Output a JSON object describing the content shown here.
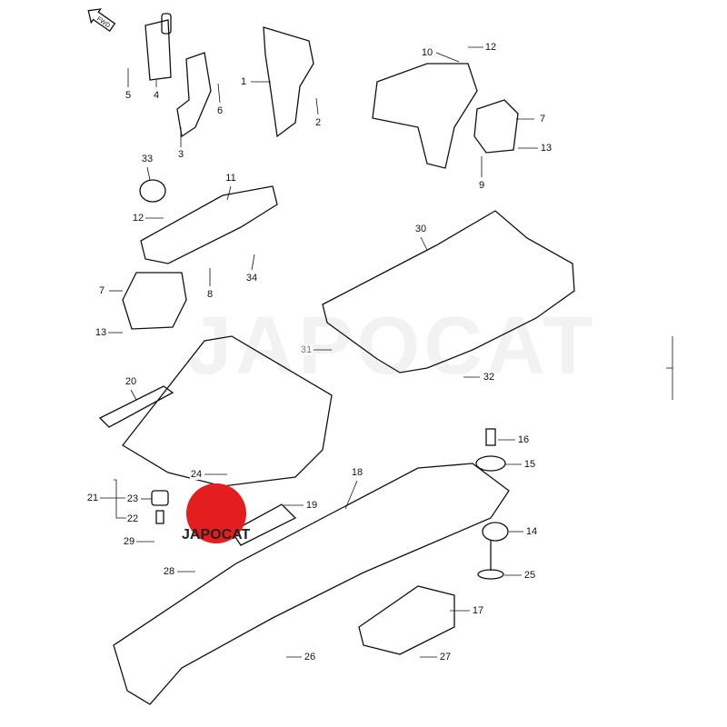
{
  "diagram": {
    "direction_marker": "FWD",
    "watermark": "JAPOCAT",
    "logo_text": "JAPOCAT",
    "callouts": {
      "c5": "5",
      "c4": "4",
      "c3": "3",
      "c6": "6",
      "c1": "1",
      "c2": "2",
      "c10": "10",
      "c12a": "12",
      "c7a": "7",
      "c13a": "13",
      "c9": "9",
      "c33": "33",
      "c11": "11",
      "c12b": "12",
      "c30": "30",
      "c7b": "7",
      "c8": "8",
      "c34": "34",
      "c13b": "13",
      "c31": "31",
      "c32": "32",
      "c20": "20",
      "c16": "16",
      "c15": "15",
      "c18": "18",
      "c24": "24",
      "c21": "21",
      "c23": "23",
      "c22": "22",
      "c19": "19",
      "c14": "14",
      "c29": "29",
      "c28": "28",
      "c25": "25",
      "c17": "17",
      "c26": "26",
      "c27": "27"
    },
    "colors": {
      "line": "#111111",
      "logo_red": "#e41e1e"
    }
  }
}
